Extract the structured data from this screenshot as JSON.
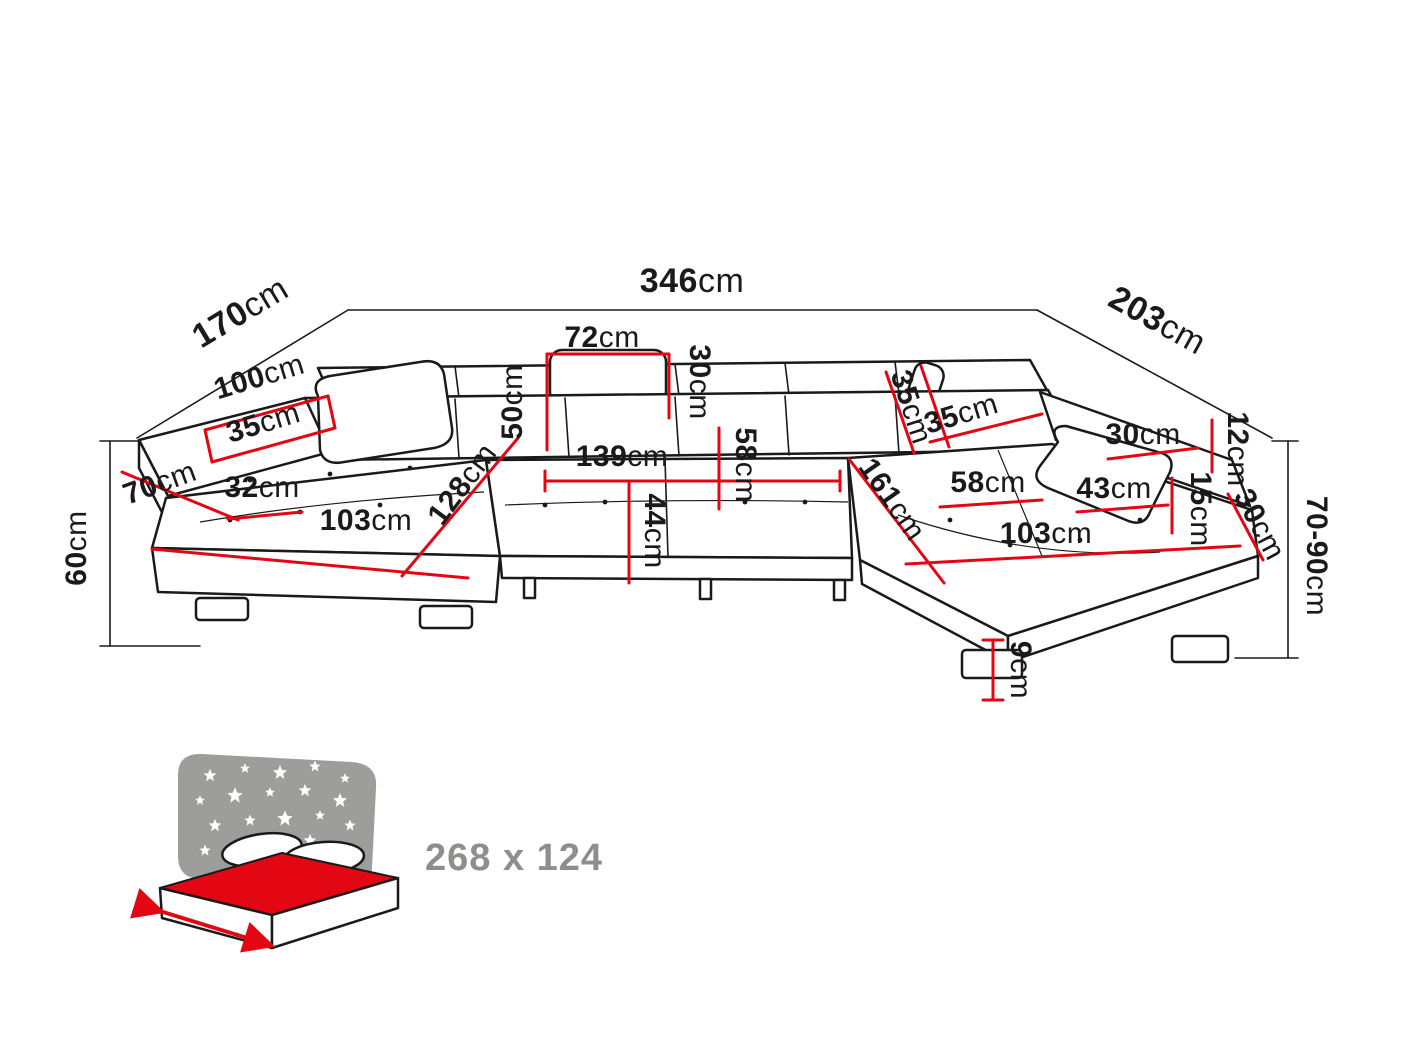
{
  "colors": {
    "line": "#1a1a1a",
    "dimension_red": "#e30613",
    "icon_gray": "#9d9d9c",
    "sleeping_text_gray": "#8e8e8d"
  },
  "labels": {
    "overall_width": "346cm",
    "left_depth": "170cm",
    "right_depth": "203cm",
    "left_arm_length": "100cm",
    "left_arm_width": "35cm",
    "left_front_width": "70cm",
    "left_arm_front": "32cm",
    "left_chaise_width": "103cm",
    "left_chaise_length": "128cm",
    "height_left": "60cm",
    "headrest_width": "72cm",
    "headrest_height": "30cm",
    "backrest_height": "50cm",
    "center_width": "139cm",
    "seat_depth": "58cm",
    "seat_height": "44cm",
    "right_headrest_width": "35cm",
    "right_arm_width": "35cm",
    "right_chaise_length": "161cm",
    "right_seat_depth": "58cm",
    "right_arm_length": "43cm",
    "right_chaise_width": "103cm",
    "right_arm_top": "30cm",
    "right_side_top": "12cm",
    "right_side_mid": "15cm",
    "right_side_outer": "30cm",
    "height_right": "70-90cm",
    "leg_height": "9cm"
  },
  "sleeping_area": {
    "size": "268 x 124"
  }
}
